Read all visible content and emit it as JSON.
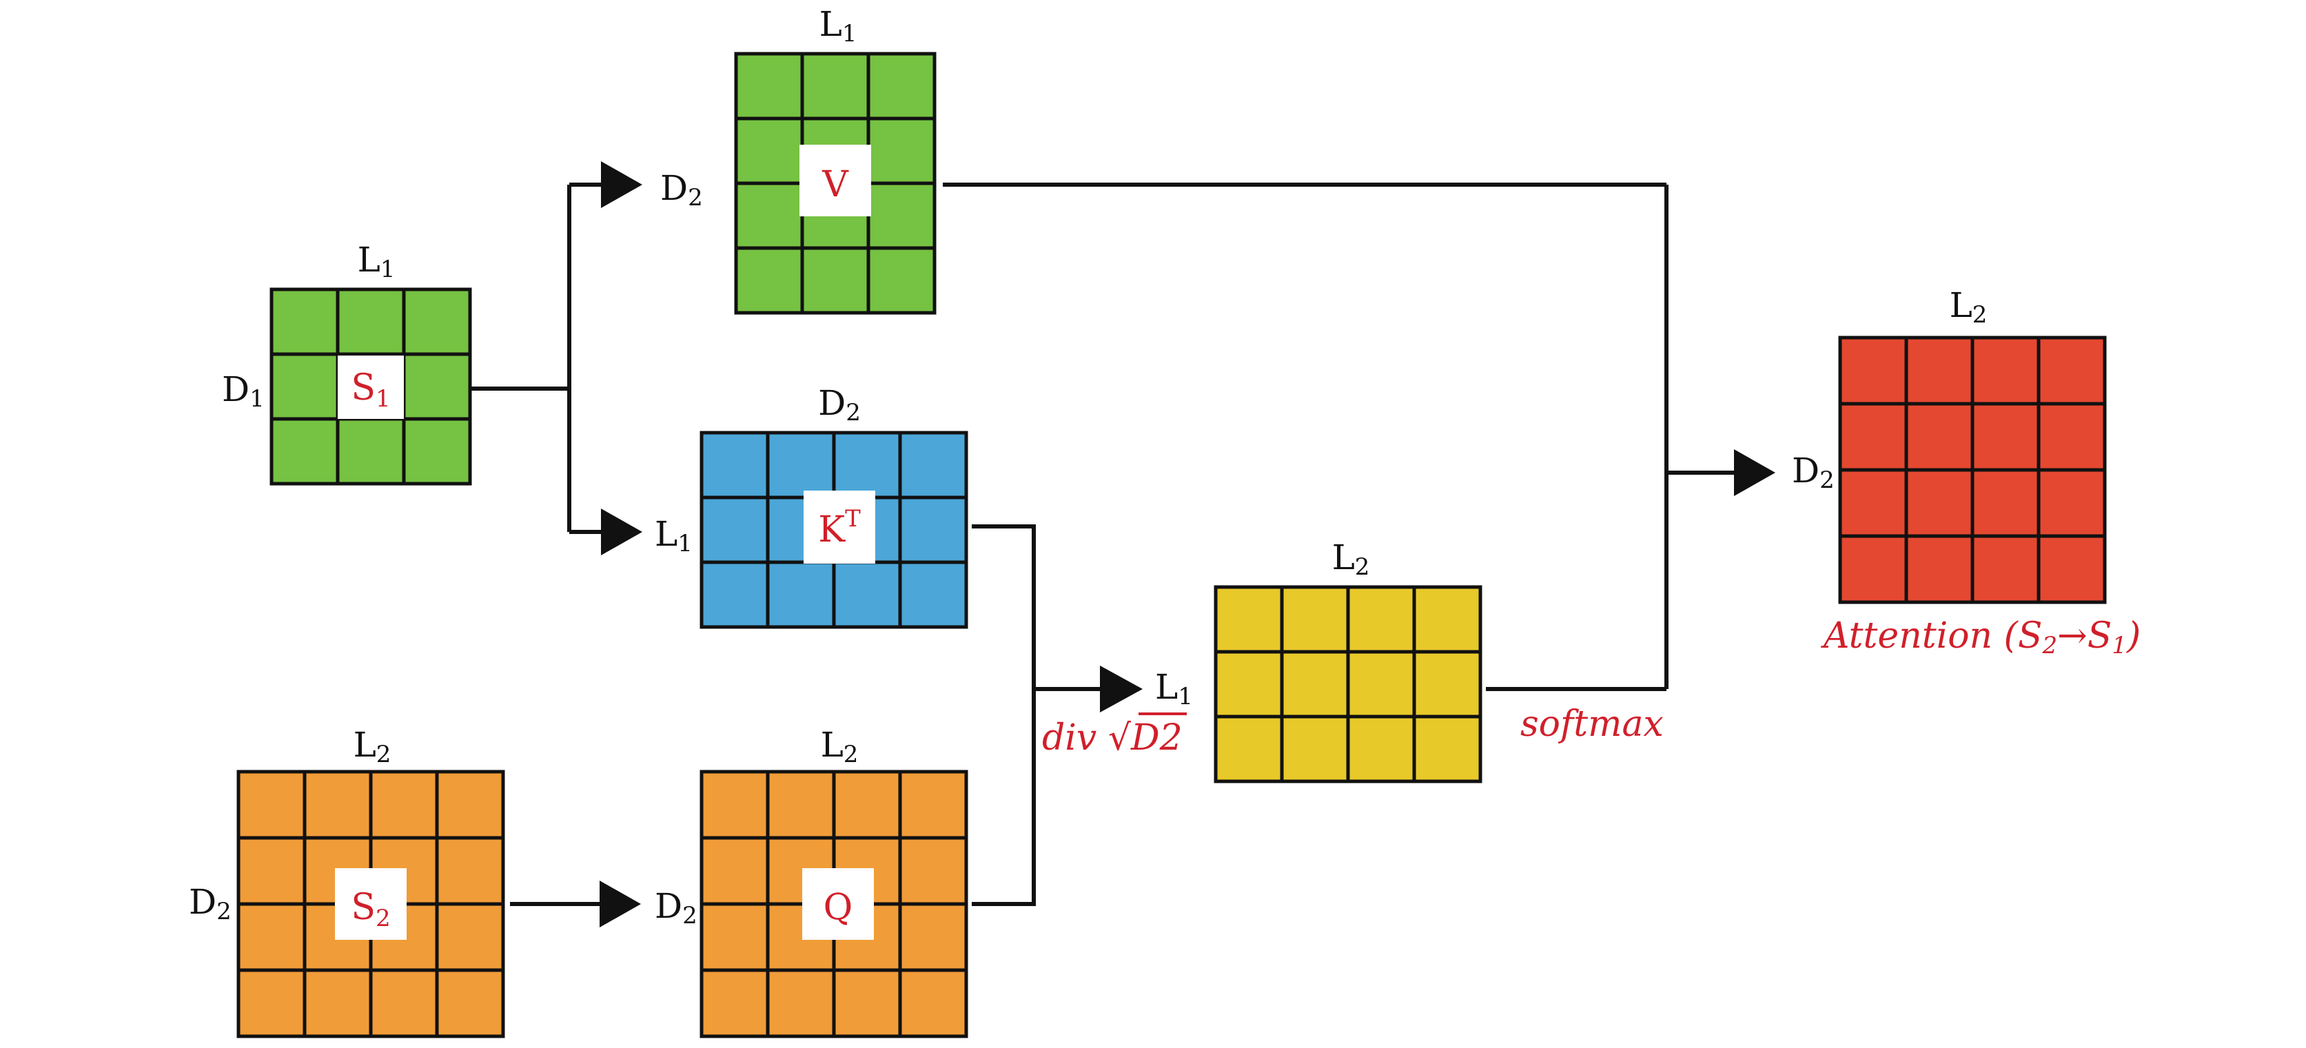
{
  "colors": {
    "green": "#76c242",
    "blue": "#4ca6d8",
    "orange": "#f09c38",
    "yellow": "#e8c92a",
    "red": "#e54830",
    "label_red": "#d0202a"
  },
  "matrices": {
    "s1": {
      "name": "S",
      "sub": "1",
      "top": "L",
      "top_sub": "1",
      "side": "D",
      "side_sub": "1",
      "rows": 3,
      "cols": 3,
      "color": "green"
    },
    "v": {
      "name": "V",
      "top": "L",
      "top_sub": "1",
      "rows": 4,
      "cols": 3,
      "color": "green"
    },
    "k": {
      "name": "K",
      "sup": "T",
      "top": "D",
      "top_sub": "2",
      "rows": 3,
      "cols": 4,
      "color": "blue"
    },
    "s2": {
      "name": "S",
      "sub": "2",
      "top": "L",
      "top_sub": "2",
      "side": "D",
      "side_sub": "2",
      "rows": 4,
      "cols": 4,
      "color": "orange"
    },
    "q": {
      "name": "Q",
      "top": "L",
      "top_sub": "2",
      "rows": 4,
      "cols": 4,
      "color": "orange"
    },
    "scores": {
      "top": "L",
      "top_sub": "2",
      "rows": 3,
      "cols": 4,
      "color": "yellow"
    },
    "attention": {
      "top": "L",
      "top_sub": "2",
      "rows": 4,
      "cols": 4,
      "color": "red"
    }
  },
  "arrow_labels": {
    "to_v": {
      "text": "D",
      "sub": "2"
    },
    "to_k": {
      "text": "L",
      "sub": "1"
    },
    "to_q": {
      "text": "D",
      "sub": "2"
    },
    "to_scores": {
      "text": "L",
      "sub": "1"
    },
    "to_attention": {
      "text": "D",
      "sub": "2"
    }
  },
  "operations": {
    "scale": {
      "prefix": "div ",
      "root": "√",
      "term": "D2"
    },
    "softmax": "softmax"
  },
  "output_caption": {
    "prefix": "Attention (",
    "a": "S",
    "a_sub": "2",
    "arrow": "→",
    "b": "S",
    "b_sub": "1",
    "suffix": ")"
  }
}
